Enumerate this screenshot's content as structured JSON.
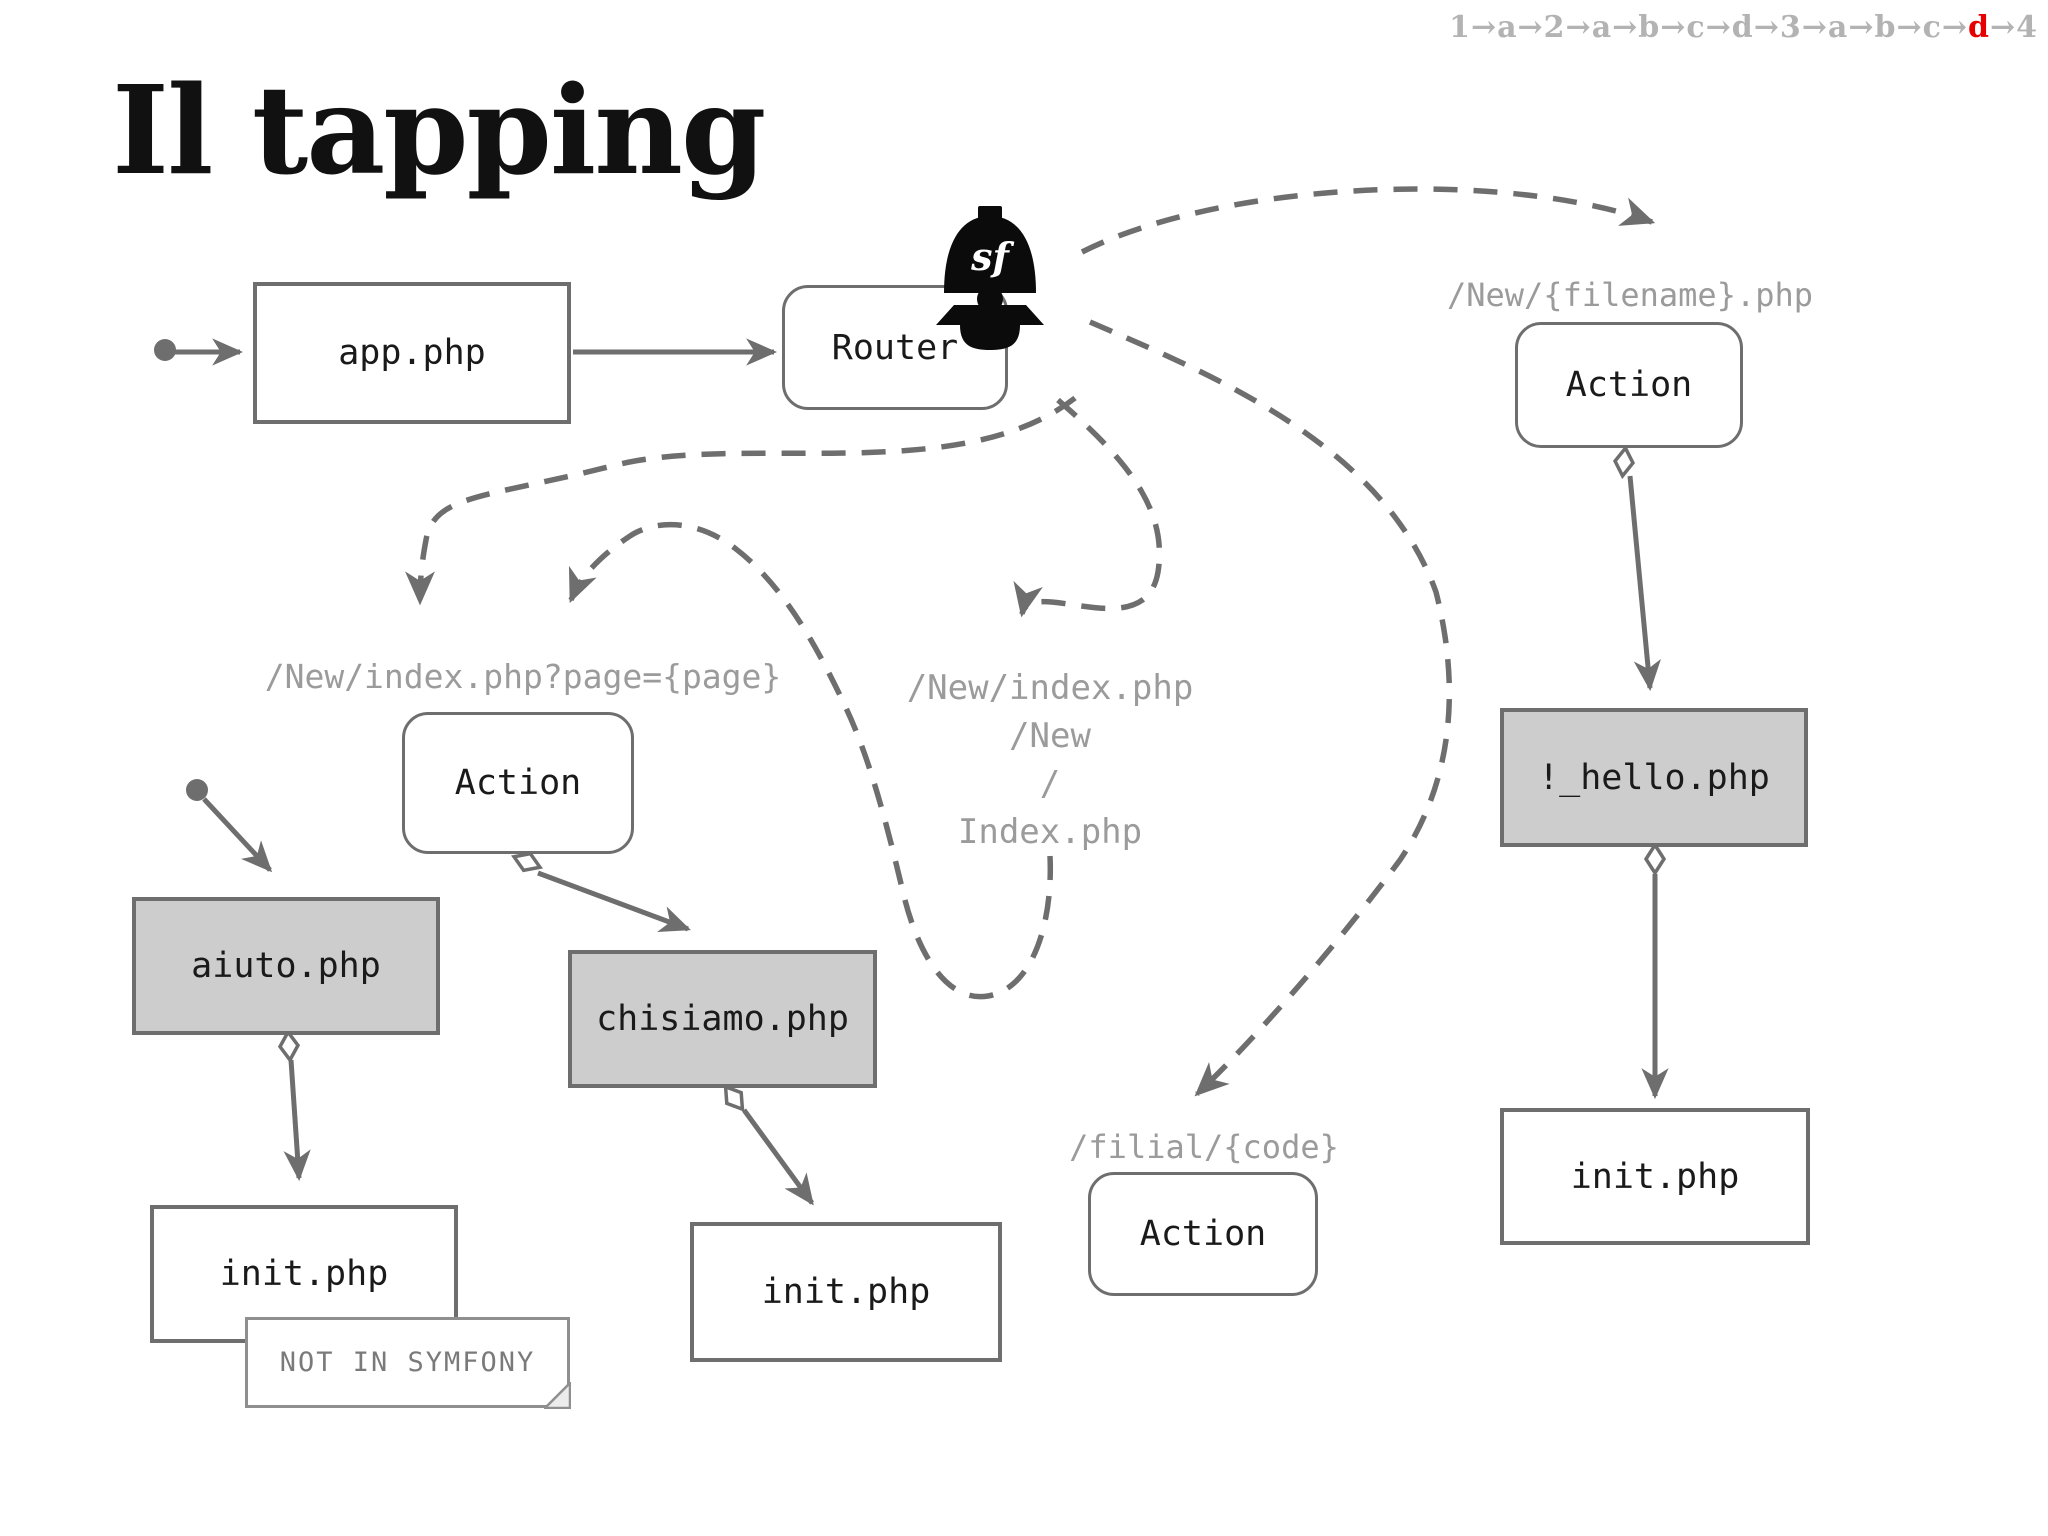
{
  "title": "Il tapping",
  "sequence": {
    "prefix": "1→a→2→a→b→c→d→3→a→b→c→",
    "highlight": "d",
    "suffix": "→4"
  },
  "nodes": {
    "app": "app.php",
    "router": "Router",
    "action_filename": "Action",
    "action_page": "Action",
    "action_filial": "Action",
    "hello": "!_hello.php",
    "init_right": "init.php",
    "aiuto": "aiuto.php",
    "chisiamo": "chisiamo.php",
    "init_mid": "init.php",
    "init_left": "init.php"
  },
  "labels": {
    "filename_route": "/New/{filename}.php",
    "page_route": "/New/index.php?page={page}",
    "filial_route": "/filial/{code}",
    "index_aliases": [
      "/New/index.php",
      "/New",
      "/",
      "Index.php"
    ]
  },
  "note": "NOT IN SYMFONY",
  "logo": {
    "name": "symfony-helmet",
    "text": "sf"
  },
  "colors": {
    "line": "#6e6e6e",
    "box_fill_gray": "#cdcdcd",
    "label_gray": "#9b9b9b",
    "sequence_gray": "#b3b3b3",
    "sequence_red": "#e60000",
    "title_black": "#111111"
  }
}
